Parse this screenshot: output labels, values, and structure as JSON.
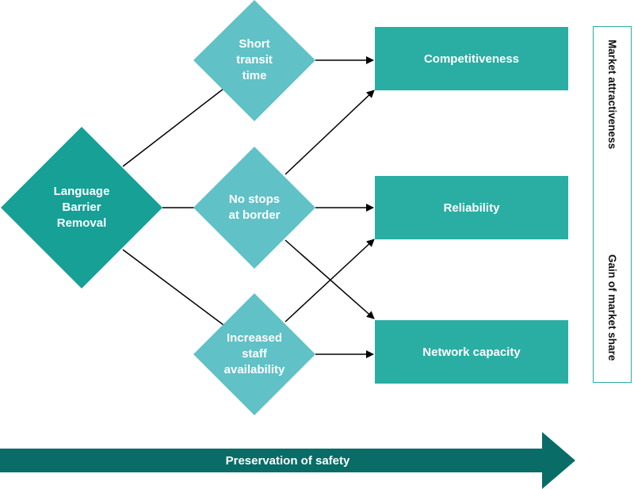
{
  "main_factor": {
    "label": "Language\nBarrier\nRemoval"
  },
  "intermediate_factors": [
    {
      "label": "Short\ntransit\ntime"
    },
    {
      "label": "No stops\nat border"
    },
    {
      "label": "Increased\nstaff\navailability"
    }
  ],
  "outcomes": [
    {
      "label": "Competitiveness"
    },
    {
      "label": "Reliability"
    },
    {
      "label": "Network capacity"
    }
  ],
  "side_panel": {
    "top_label": "Market attractiveness",
    "bottom_label": "Gain of market share"
  },
  "bottom_arrow": {
    "label": "Preservation of safety"
  },
  "colors": {
    "main_diamond": "#16a096",
    "factor_diamond": "#60c1c6",
    "outcome_box": "#2aaea3",
    "bottom_arrow": "#096c66",
    "side_arrow": "#2aaea3",
    "connector": "#000000"
  }
}
